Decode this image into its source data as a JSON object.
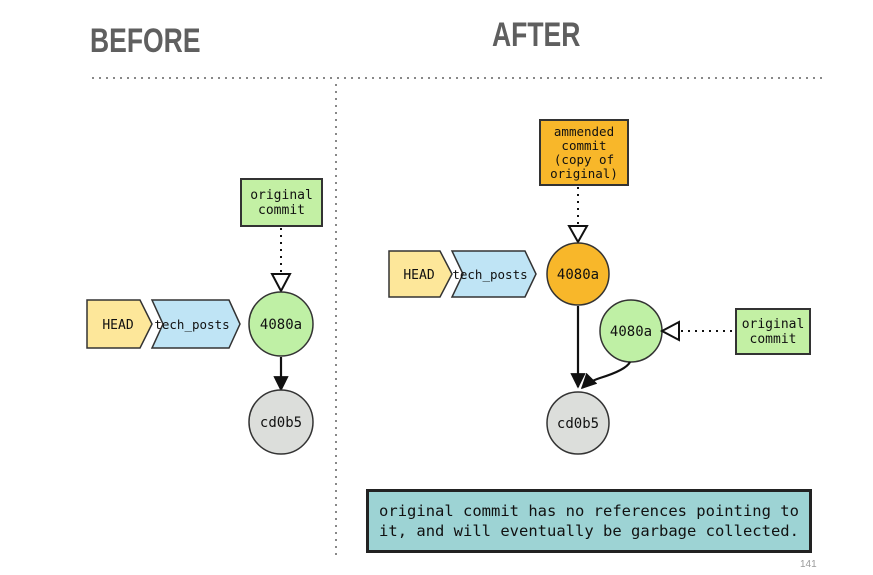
{
  "headings": {
    "before": "BEFORE",
    "after": "AFTER"
  },
  "before": {
    "head_label": "HEAD",
    "branch_label": "tech_posts",
    "commit": "4080a",
    "parent_commit": "cd0b5",
    "callout": [
      "original",
      "commit"
    ]
  },
  "after": {
    "head_label": "HEAD",
    "branch_label": "tech_posts",
    "amended_commit": "4080a",
    "orphan_commit": "4080a",
    "parent_commit": "cd0b5",
    "amended_callout": [
      "ammended",
      "commit",
      "(copy of",
      "original)"
    ],
    "orphan_callout": [
      "original",
      "commit"
    ]
  },
  "note": "original commit has no references pointing to it, and will eventually be garbage collected.",
  "page_number": "141",
  "colors": {
    "head": "#fde79a",
    "branch": "#bfe4f5",
    "commit_green": "#bff0a5",
    "commit_orange": "#f8b72a",
    "commit_grey": "#dcdedb",
    "callout_green": "#c3f0a4",
    "note_bg": "#9dd3d4"
  }
}
